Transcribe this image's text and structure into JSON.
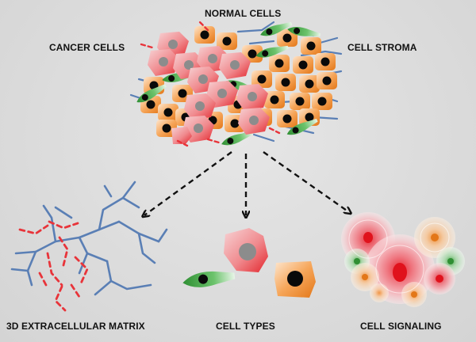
{
  "labels": {
    "normal_cells": "NORMAL CELLS",
    "cancer_cells": "CANCER CELLS",
    "cell_stroma": "CELL STROMA",
    "matrix": "3D EXTRACELLULAR MATRIX",
    "cell_types": "CELL TYPES",
    "cell_signaling": "CELL SIGNALING"
  },
  "colors": {
    "cancer": "#e8343a",
    "cancer_light": "#f6c9cc",
    "normal": "#f08a2c",
    "stroma": "#3fa142",
    "fiber": "#5a7fb5",
    "nucleus_gray": "#8c8c8c",
    "nucleus_black": "#0a0a0a"
  }
}
